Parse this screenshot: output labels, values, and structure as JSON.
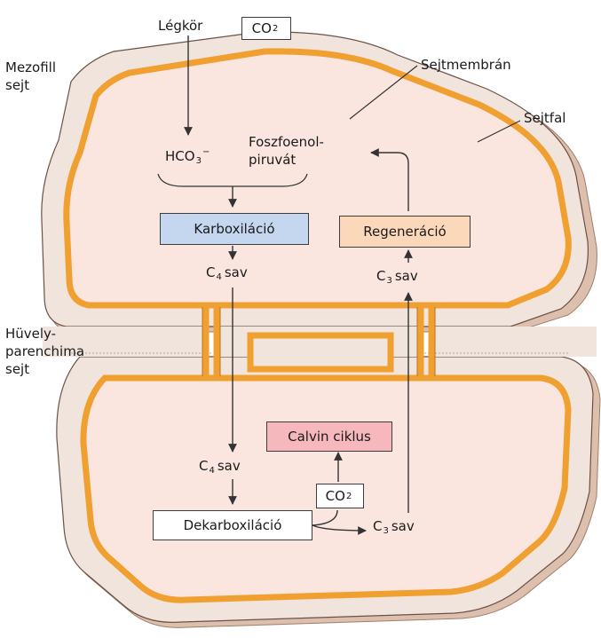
{
  "colors": {
    "outer_wall": "#f0e4dc",
    "outer_wall_shadow": "#ddbfae",
    "membrane": "#f0a030",
    "membrane_edge": "#b8741c",
    "cytoplasm": "#fbe6df",
    "karboxilacio_fill": "#c5d7ef",
    "regeneracio_fill": "#fcd8bb",
    "calvin_fill": "#f6b8bc",
    "arrow": "#333333"
  },
  "labels": {
    "mezofill_line1": "Mezofill",
    "mezofill_line2": "sejt",
    "huvely_line1": "Hüvely-",
    "huvely_line2": "parenchima",
    "huvely_line3": "sejt",
    "sejtmembran": "Sejtmembrán",
    "sejtfal": "Sejtfal",
    "legkor": "Légkör",
    "hco3": "HCO",
    "hco3_sub": "3",
    "hco3_sup": "−",
    "foszfoenol_line1": "Foszfoenol-",
    "foszfoenol_line2": "piruvát"
  },
  "boxes": {
    "co2_top": {
      "text": "CO",
      "sub": "2"
    },
    "karboxilacio": "Karboxiláció",
    "regeneracio": "Regeneráció",
    "calvin": "Calvin ciklus",
    "co2_bottom": {
      "text": "CO",
      "sub": "2"
    },
    "dekarboxilacio": "Dekarboxiláció"
  },
  "acids": {
    "c4_top": {
      "c": "C",
      "sub": "4",
      "word": "sav"
    },
    "c3_top": {
      "c": "C",
      "sub": "3",
      "word": "sav"
    },
    "c4_bottom": {
      "c": "C",
      "sub": "4",
      "word": "sav"
    },
    "c3_bottom": {
      "c": "C",
      "sub": "3",
      "word": "sav"
    }
  }
}
